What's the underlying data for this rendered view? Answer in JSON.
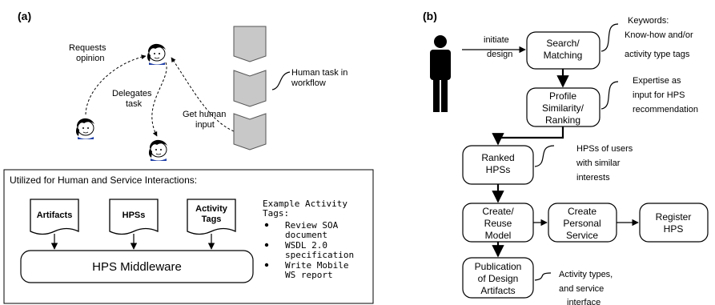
{
  "panel_a": {
    "label": "(a)",
    "requests_opinion": [
      "Requests",
      "opinion"
    ],
    "delegates_task": [
      "Delegates",
      "task"
    ],
    "get_human_input": [
      "Get human",
      "input"
    ],
    "human_task": [
      "Human task in",
      "workflow"
    ],
    "utilized_title": "Utilized for Human and Service Interactions:",
    "docs": {
      "artifacts": "Artifacts",
      "hpss": "HPSs",
      "activity_tags": [
        "Activity",
        "Tags"
      ]
    },
    "middleware": "HPS Middleware",
    "example_title": [
      "Example Activity",
      "Tags:"
    ],
    "examples": [
      [
        "Review SOA",
        "document"
      ],
      [
        "WSDL 2.0",
        "specification"
      ],
      [
        "Write Mobile",
        "WS report"
      ]
    ]
  },
  "panel_b": {
    "label": "(b)",
    "initiate": [
      "initiate",
      "design"
    ],
    "search": [
      "Search/",
      "Matching"
    ],
    "keywords": [
      "Keywords:",
      "Know-how and/or",
      "activity type tags"
    ],
    "profile": [
      "Profile",
      "Similarity/",
      "Ranking"
    ],
    "expertise": [
      "Expertise as",
      "input for HPS",
      "recommendation"
    ],
    "ranked": [
      "Ranked",
      "HPSs"
    ],
    "hpss_users": [
      "HPSs of users",
      "with similar",
      "interests"
    ],
    "create_reuse": [
      "Create/",
      "Reuse",
      "Model"
    ],
    "create_personal": [
      "Create",
      "Personal",
      "Service"
    ],
    "register": [
      "Register",
      "HPS"
    ],
    "publication": [
      "Publication",
      "of Design",
      "Artifacts"
    ],
    "activity_types": [
      "Activity types,",
      "and service",
      "interface"
    ]
  }
}
